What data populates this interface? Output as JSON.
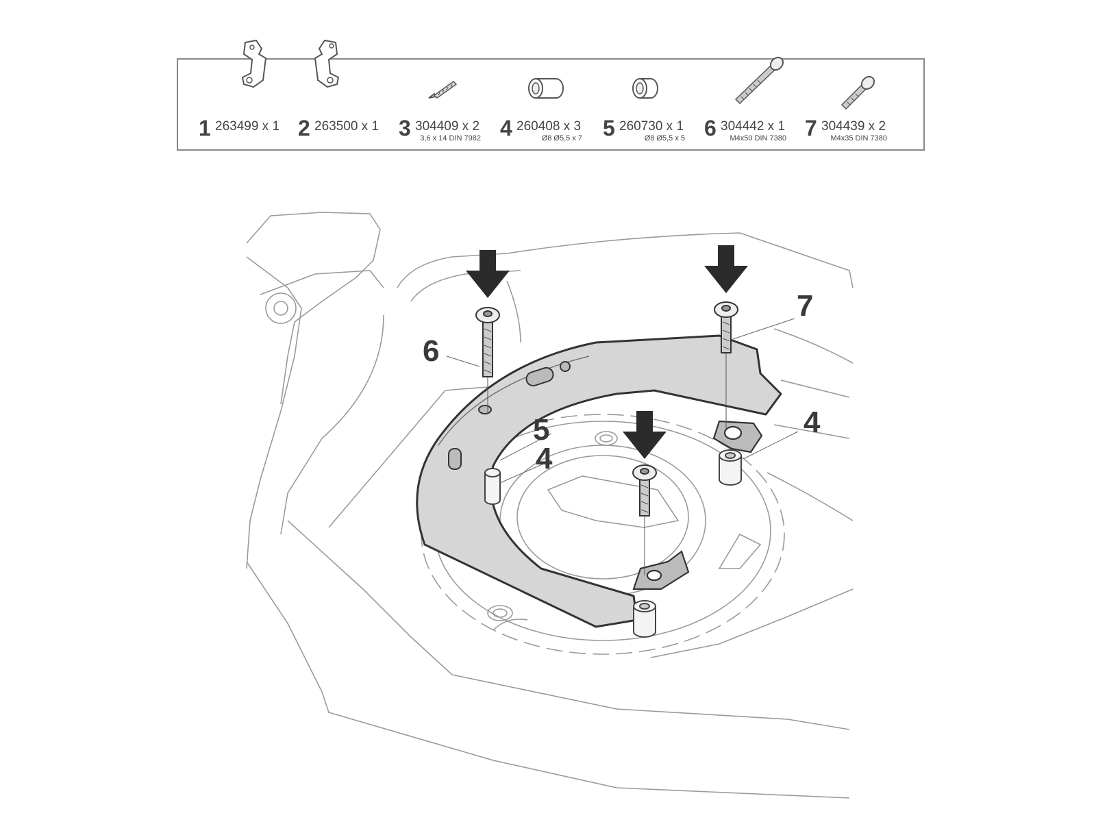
{
  "parts": [
    {
      "num": "1",
      "code": "263499 x 1",
      "spec": "",
      "icon": "bracket-left-icon"
    },
    {
      "num": "2",
      "code": "263500 x 1",
      "spec": "",
      "icon": "bracket-right-icon"
    },
    {
      "num": "3",
      "code": "304409 x 2",
      "spec": "3,6 x 14 DIN 7982",
      "icon": "self-tapping-screw-icon"
    },
    {
      "num": "4",
      "code": "260408 x 3",
      "spec": "Ø8 Ø5,5 x 7",
      "icon": "spacer-long-icon"
    },
    {
      "num": "5",
      "code": "260730 x 1",
      "spec": "Ø8 Ø5,5 x 5",
      "icon": "spacer-short-icon"
    },
    {
      "num": "6",
      "code": "304442 x 1",
      "spec": "M4x50 DIN 7380",
      "icon": "bolt-long-icon"
    },
    {
      "num": "7",
      "code": "304439 x 2",
      "spec": "M4x35 DIN 7380",
      "icon": "bolt-short-icon"
    }
  ],
  "callouts": {
    "c6": "6",
    "c7": "7",
    "c5": "5",
    "c4_left": "4",
    "c4_right": "4"
  },
  "colors": {
    "ring_fill": "#d6d6d6",
    "outline": "#333333",
    "arrow": "#2b2b2b",
    "sketch": "#999999"
  }
}
